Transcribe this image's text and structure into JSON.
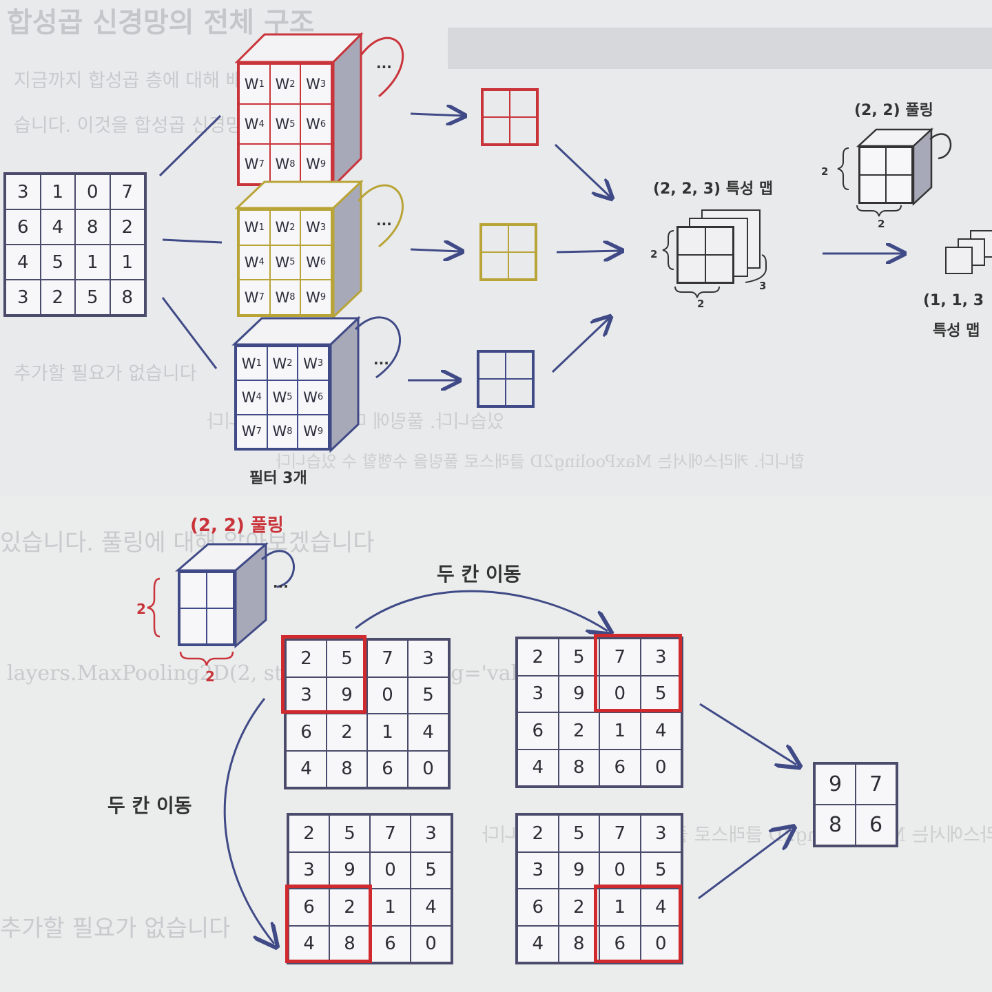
{
  "colors": {
    "red": "#c9343a",
    "yellow": "#b9a437",
    "navy": "#3f4a86",
    "ink": "#4b4b6c",
    "highlight": "#d02a2f"
  },
  "top": {
    "input_matrix": [
      [
        "3",
        "1",
        "0",
        "7"
      ],
      [
        "6",
        "4",
        "8",
        "2"
      ],
      [
        "4",
        "5",
        "1",
        "1"
      ],
      [
        "3",
        "2",
        "5",
        "8"
      ]
    ],
    "filter_weights": [
      [
        {
          "b": "W",
          "s": "1"
        },
        {
          "b": "W",
          "s": "2"
        },
        {
          "b": "W",
          "s": "3"
        }
      ],
      [
        {
          "b": "W",
          "s": "4"
        },
        {
          "b": "W",
          "s": "5"
        },
        {
          "b": "W",
          "s": "6"
        }
      ],
      [
        {
          "b": "W",
          "s": "7"
        },
        {
          "b": "W",
          "s": "8"
        },
        {
          "b": "W",
          "s": "9"
        }
      ]
    ],
    "filter_dots": "...",
    "filters_label": "필터 3개",
    "feature_map_label": "(2, 2, 3) 특성 맵",
    "fm_dim_height": "2",
    "fm_dim_width": "2",
    "fm_dim_depth": "3",
    "pooling_label": "(2, 2) 풀링",
    "pool_dim_height": "2",
    "pool_dim_width": "2",
    "result_label_line1": "(1, 1, 3",
    "result_label_line2": "특성 맵"
  },
  "bottom": {
    "pooling_label": "(2, 2) 풀링",
    "pool_dim_height": "2",
    "pool_dim_width": "2",
    "pool_dots": "...",
    "move_right_label": "두 칸 이동",
    "move_down_label": "두 칸 이동",
    "matrix": [
      [
        "2",
        "5",
        "7",
        "3"
      ],
      [
        "3",
        "9",
        "0",
        "5"
      ],
      [
        "6",
        "2",
        "1",
        "4"
      ],
      [
        "4",
        "8",
        "6",
        "0"
      ]
    ],
    "pooled_output": [
      [
        "9",
        "7"
      ],
      [
        "8",
        "6"
      ]
    ]
  },
  "background_text": {
    "line1": "합성곱 신경망의 전체 구조",
    "line2": "지금까지 합성곱 층에 대해 배웠습니다",
    "line3": "습니다. 이것을 합성곱 신경망",
    "line4": "추가할 필요가 없습니다",
    "line5": "layers.MaxPooling2D(2, strides=2, padding='valid')",
    "line6": "있습니다. 풀링에 대해 알아보겠습니다",
    "line7": "합니다. 케라스에서는 MaxPooling2D 클래스로 풀링을 수행할 수 있습니다"
  }
}
